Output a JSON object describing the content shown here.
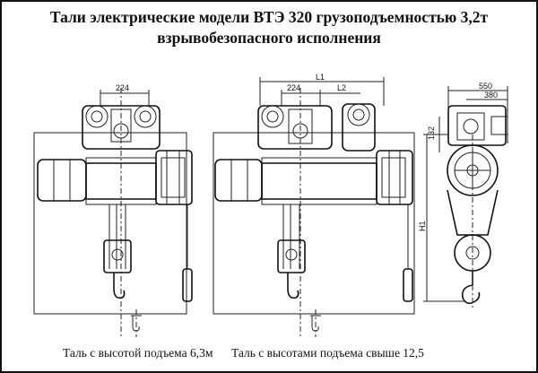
{
  "title": {
    "line1": "Тали электрические модели ВТЭ 320 грузоподъемностью 3,2т",
    "line2": "взрывобезопасного исполнения"
  },
  "captions": {
    "left": "Таль с высотой подъема 6,3м",
    "right": "Таль с высотами подъема свыше 12,5"
  },
  "dimensions": {
    "left_width": "224",
    "right_width": "224",
    "right_l1": "L1",
    "right_l2": "L2",
    "side_550": "550",
    "side_380": "380",
    "side_132": "132",
    "side_h1": "H1"
  },
  "colors": {
    "line": "#222222",
    "background": "#ffffff"
  }
}
